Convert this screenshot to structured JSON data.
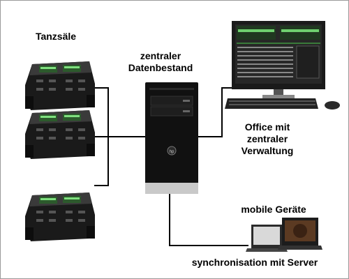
{
  "labels": {
    "dance_halls": "Tanzsäle",
    "central_data_l1": "zentraler",
    "central_data_l2": "Datenbestand",
    "office_l1": "Office mit",
    "office_l2": "zentraler",
    "office_l3": "Verwaltung",
    "mobile_devices": "mobile Geräte",
    "sync": "synchronisation mit Server"
  },
  "devices": {
    "server_brand": "hp"
  }
}
